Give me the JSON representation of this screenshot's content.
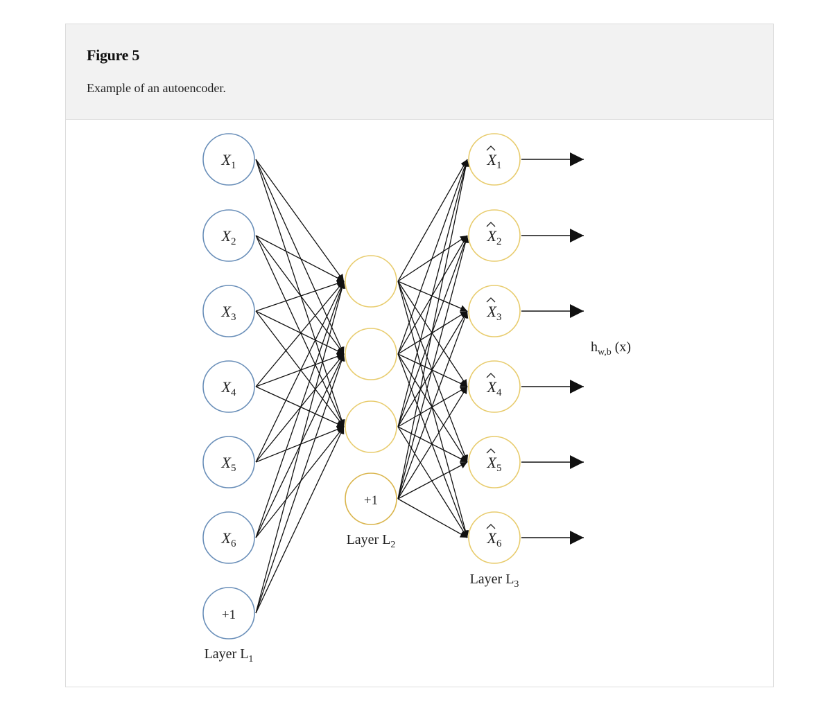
{
  "figure": {
    "title": "Figure 5",
    "caption": "Example of an autoencoder."
  },
  "colors": {
    "input_node": "#6a8fb9",
    "hidden_node": "#e8cc6e",
    "bias_hidden_node": "#d9b44a",
    "edge": "#111111"
  },
  "layers": [
    {
      "label_main": "Layer L",
      "label_sub": "1",
      "nodes": [
        {
          "main": "X",
          "sub": "1",
          "hat": false
        },
        {
          "main": "X",
          "sub": "2",
          "hat": false
        },
        {
          "main": "X",
          "sub": "3",
          "hat": false
        },
        {
          "main": "X",
          "sub": "4",
          "hat": false
        },
        {
          "main": "X",
          "sub": "5",
          "hat": false
        },
        {
          "main": "X",
          "sub": "6",
          "hat": false
        },
        {
          "main": "+1",
          "sub": "",
          "hat": false,
          "bias": true
        }
      ]
    },
    {
      "label_main": "Layer L",
      "label_sub": "2",
      "nodes": [
        {
          "main": "",
          "sub": "",
          "hat": false
        },
        {
          "main": "",
          "sub": "",
          "hat": false
        },
        {
          "main": "",
          "sub": "",
          "hat": false
        },
        {
          "main": "+1",
          "sub": "",
          "hat": false,
          "bias": true
        }
      ]
    },
    {
      "label_main": "Layer L",
      "label_sub": "3",
      "nodes": [
        {
          "main": "X",
          "sub": "1",
          "hat": true
        },
        {
          "main": "X",
          "sub": "2",
          "hat": true
        },
        {
          "main": "X",
          "sub": "3",
          "hat": true
        },
        {
          "main": "X",
          "sub": "4",
          "hat": true
        },
        {
          "main": "X",
          "sub": "5",
          "hat": true
        },
        {
          "main": "X",
          "sub": "6",
          "hat": true
        }
      ]
    }
  ],
  "output_label": {
    "main": "h",
    "sub": "w,b",
    "arg": " (x)"
  }
}
